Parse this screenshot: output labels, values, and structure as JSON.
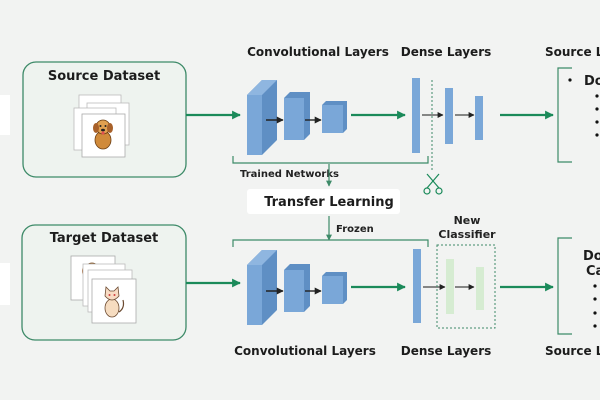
{
  "colors": {
    "background": "#f2f3f2",
    "accent_green": "#1b8a5a",
    "box_border": "#3d8a68",
    "layer_blue": "#7aa7d8",
    "new_classifier_green": "#d6ecd2"
  },
  "source": {
    "title": "Source Dataset",
    "icon": "dog-image-stack-icon"
  },
  "target": {
    "title": "Target Dataset",
    "icon": "dog-cat-image-stack-icon"
  },
  "top": {
    "conv_label": "Convolutional Layers",
    "dense_label": "Dense Layers",
    "output_label": "Source La",
    "output_item": "Do",
    "bracket_label": "Trained Networks",
    "cut_icon": "scissors-icon"
  },
  "middle": {
    "transfer_label": "Transfer Learning",
    "frozen_label": "Frozen"
  },
  "bottom": {
    "conv_label": "Convolutional Layers",
    "dense_label": "Dense Layers",
    "output_label": "Source La",
    "output_line1": "Do",
    "output_line2": "Ca",
    "new_classifier_line1": "New",
    "new_classifier_line2": "Classifier"
  }
}
